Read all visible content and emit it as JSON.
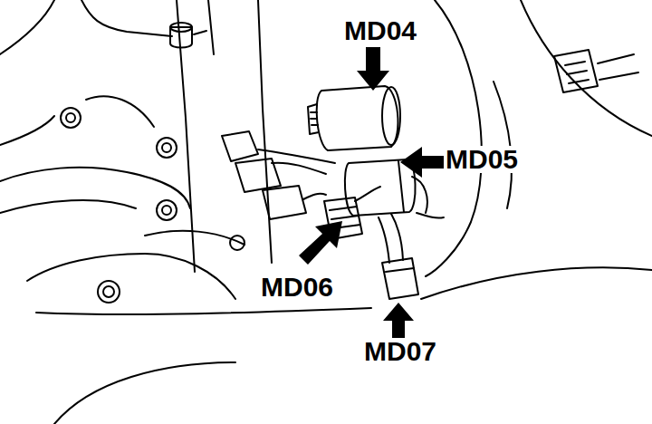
{
  "diagram": {
    "labels": [
      "MD04",
      "MD05",
      "MD06",
      "MD07"
    ]
  }
}
